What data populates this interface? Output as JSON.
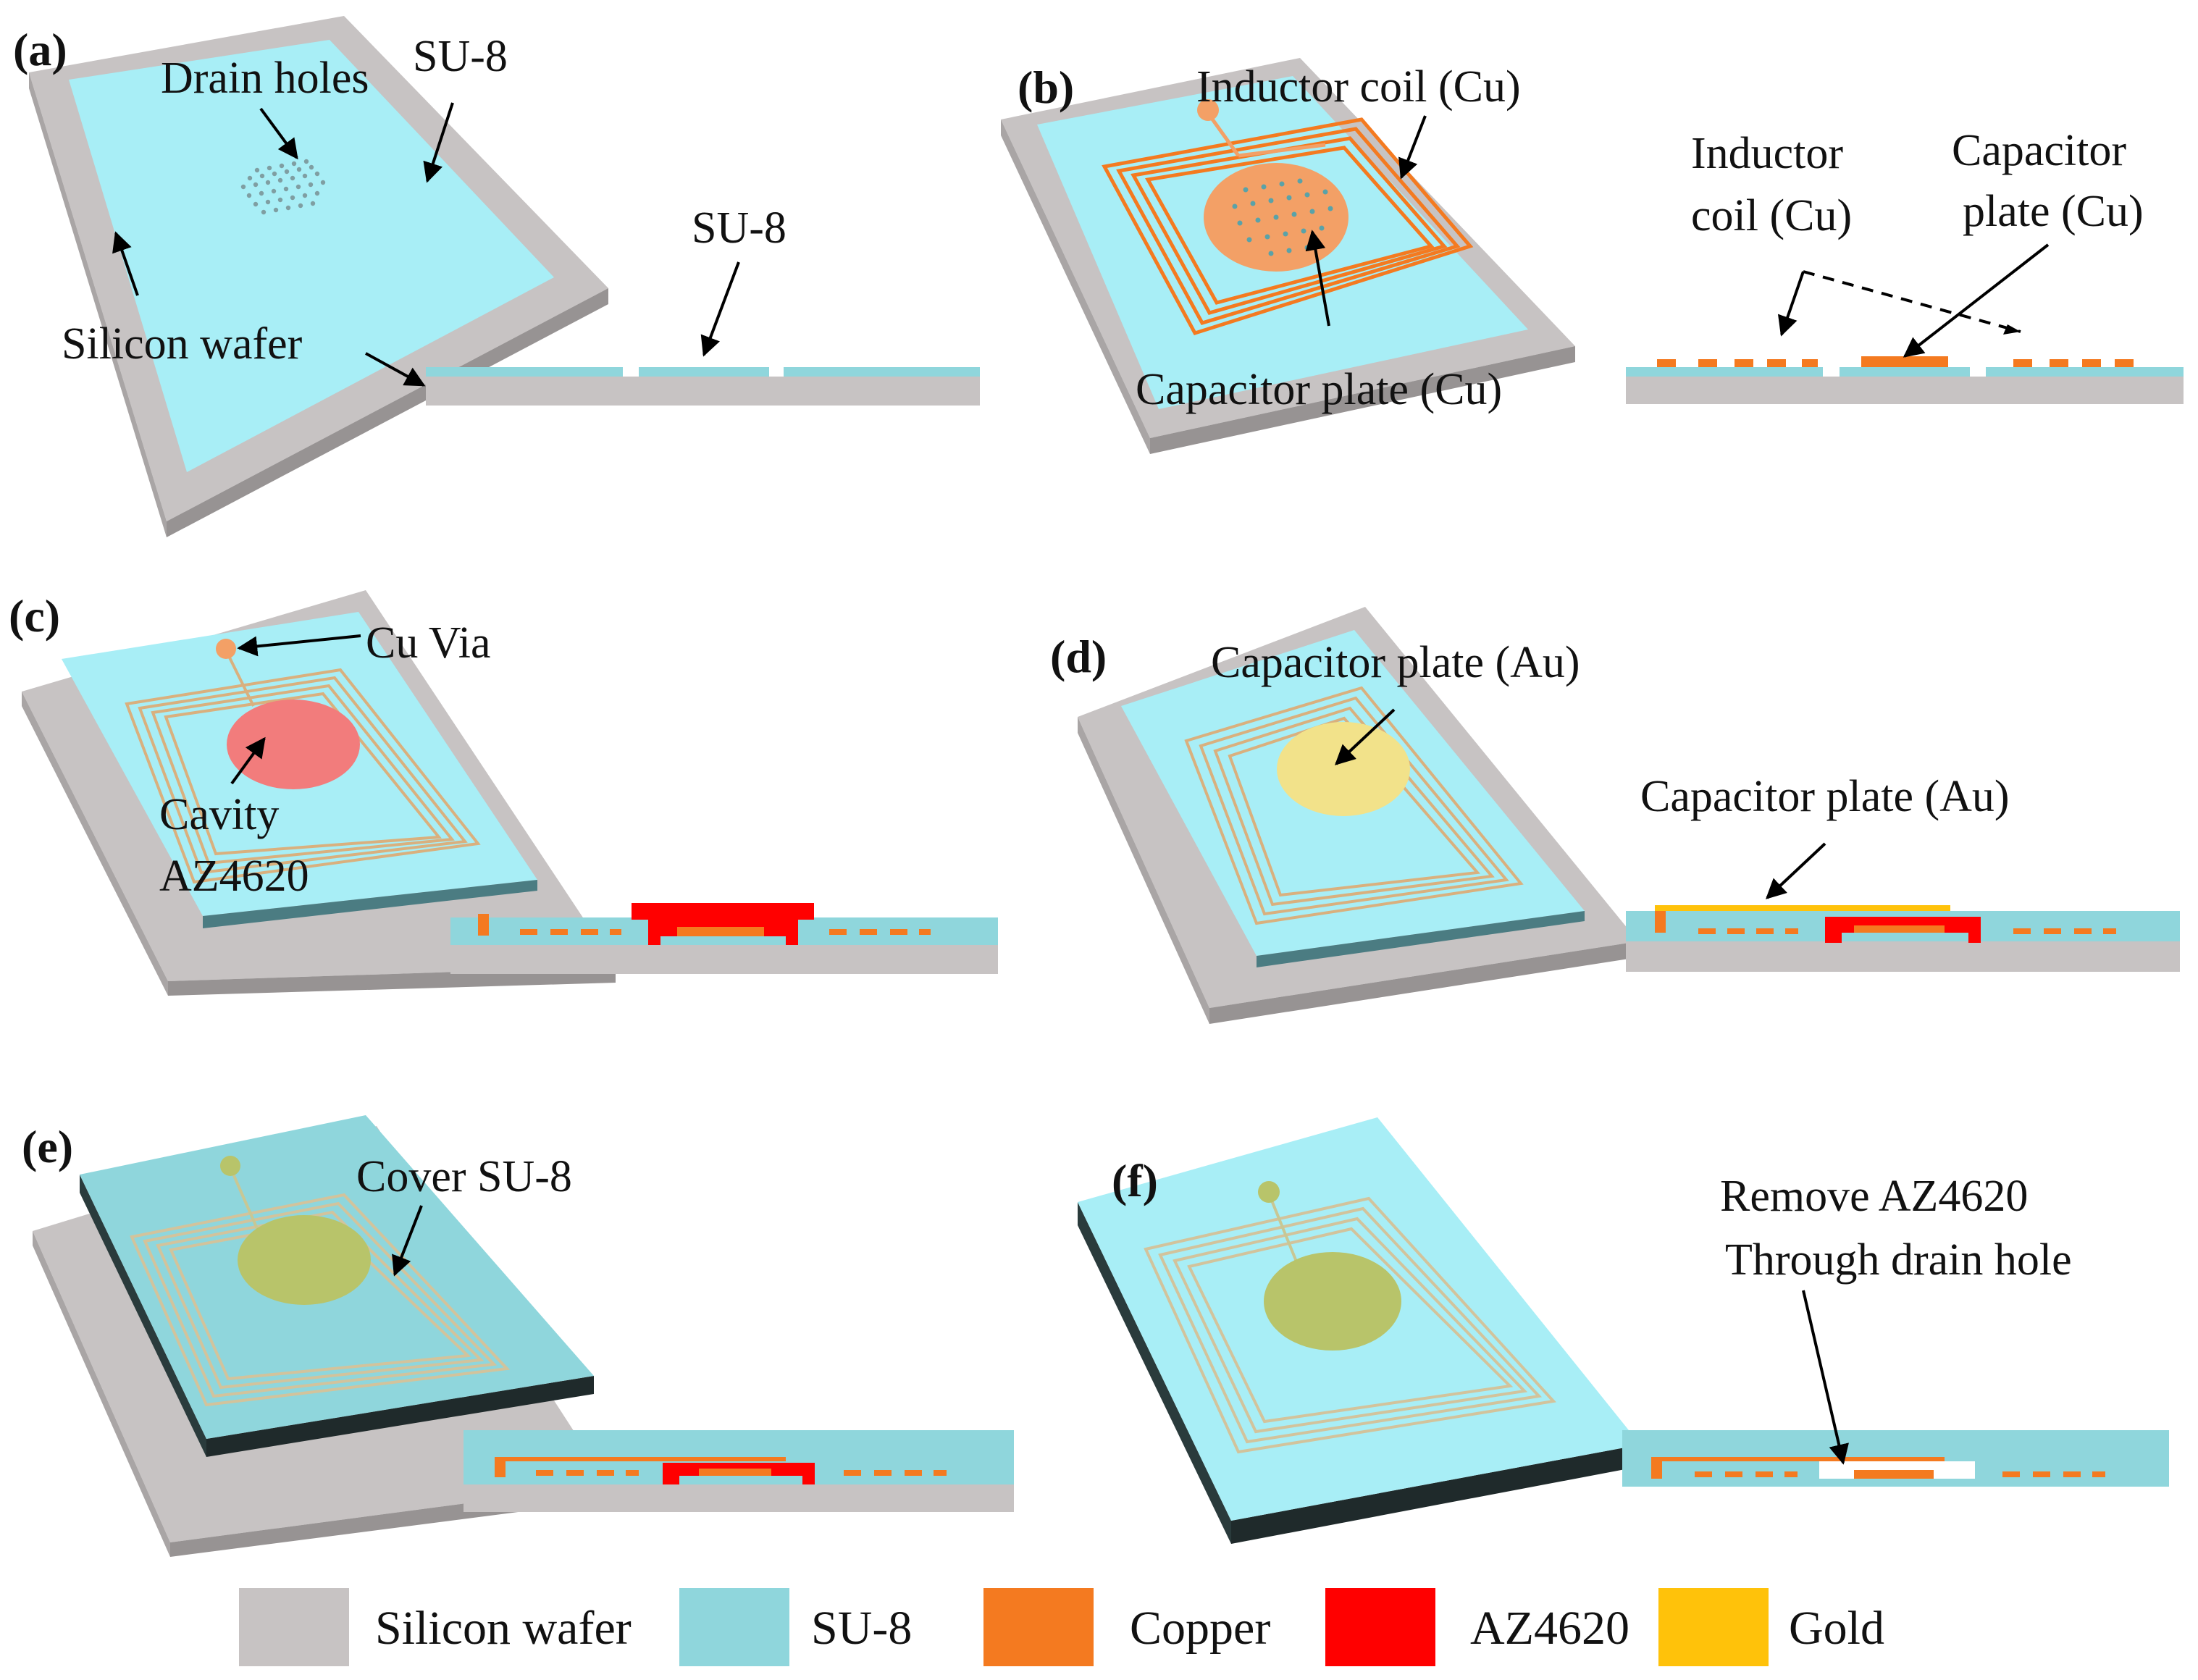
{
  "colors": {
    "silicon": "#c7c3c3",
    "silicon_side": "#a9a5a5",
    "su8": "#8fd6dc",
    "su8_light": "#a8eef6",
    "copper": "#f47a20",
    "copper_pad": "#f3a066",
    "az4620": "#ff0000",
    "cavity": "#f27c7c",
    "gold": "#ffc20a",
    "gold_pad": "#f2e28a",
    "olive_plate": "#b8c46a"
  },
  "panels": {
    "a": {
      "label": "(a)",
      "drain_holes": "Drain holes",
      "su8_top": "SU-8",
      "su8_cross": "SU-8",
      "silicon_wafer": "Silicon wafer"
    },
    "b": {
      "label": "(b)",
      "inductor_coil": "Inductor coil (Cu)",
      "capacitor_plate": "Capacitor plate (Cu)",
      "inductor_cross_1": "Inductor",
      "inductor_cross_2": "coil (Cu)",
      "capacitor_cross_1": "Capacitor",
      "capacitor_cross_2": "plate (Cu)"
    },
    "c": {
      "label": "(c)",
      "cu_via": "Cu Via",
      "cavity_1": "Cavity",
      "cavity_2": "AZ4620"
    },
    "d": {
      "label": "(d)",
      "capacitor_plate": "Capacitor plate (Au)",
      "capacitor_cross": "Capacitor plate (Au)"
    },
    "e": {
      "label": "(e)",
      "cover": "Cover SU-8"
    },
    "f": {
      "label": "(f)",
      "remove_1": "Remove AZ4620",
      "remove_2": "Through drain hole"
    }
  },
  "legend": [
    {
      "name": "Silicon wafer",
      "color": "#c7c3c3"
    },
    {
      "name": "SU-8",
      "color": "#8fd6dc"
    },
    {
      "name": "Copper",
      "color": "#f47a20"
    },
    {
      "name": "AZ4620",
      "color": "#ff0000"
    },
    {
      "name": "Gold",
      "color": "#ffc20a"
    }
  ]
}
